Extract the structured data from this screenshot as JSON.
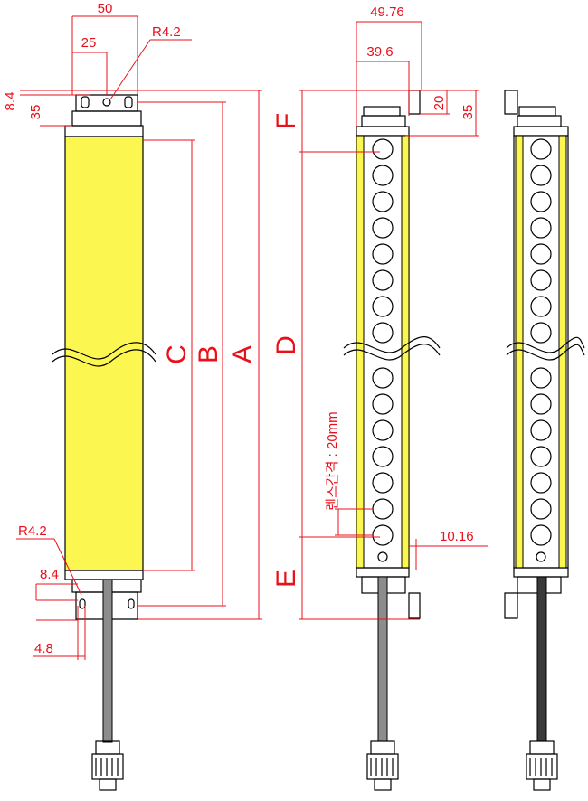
{
  "labels": {
    "top_width": "50",
    "half_width": "25",
    "radius_top": "R4.2",
    "side_84": "8.4",
    "side_35": "35",
    "label_c": "C",
    "label_b": "B",
    "label_a": "A",
    "width_4976": "49.76",
    "width_396": "39.6",
    "height_20": "20",
    "height_35b": "35",
    "label_f": "F",
    "label_d": "D",
    "label_e": "E",
    "lens_pitch": "렌즈간격 : 20mm",
    "offset_1016": "10.16",
    "radius_bottom": "R4.2",
    "bottom_84": "8.4",
    "bottom_48": "4.8"
  },
  "colors": {
    "dimension": "#e8101a",
    "sensor_body": "#fcf650",
    "outline": "#000000",
    "cable": "#8c8c8c",
    "cable_dark": "#3a3a3a"
  }
}
